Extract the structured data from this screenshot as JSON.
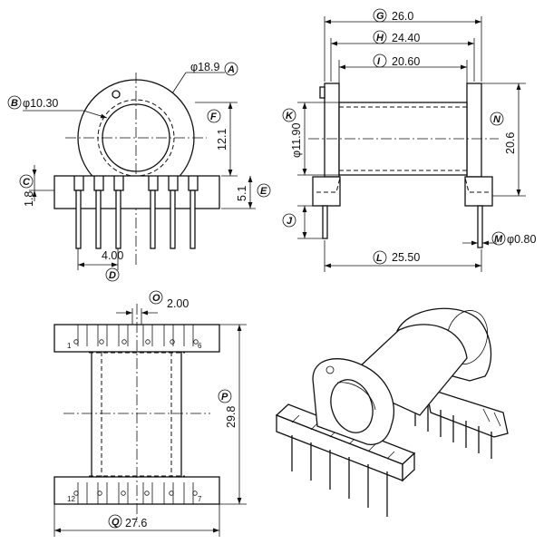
{
  "front_view": {
    "dims": {
      "outer_diameter": "φ18.9",
      "inner_diameter": "φ10.30",
      "total_height": "12.1",
      "base_height": "5.1",
      "flange_thickness": "1.8",
      "pin_pitch": "4.00"
    },
    "tags": {
      "outer_diameter": "A",
      "inner_diameter": "B",
      "flange_thickness": "C",
      "pin_pitch": "D",
      "base_height": "E",
      "total_height": "F"
    }
  },
  "side_view": {
    "dims": {
      "overall_length": "26.0",
      "flange_span": "24.40",
      "winding_width": "20.60",
      "core_diameter": "φ11.90",
      "pin_length": "",
      "base_length": "25.50",
      "pin_diameter": "φ0.80",
      "flange_height": "20.6"
    },
    "tags": {
      "overall_length": "G",
      "flange_span": "H",
      "winding_width": "I",
      "pin_length": "J",
      "core_diameter": "K",
      "base_length": "L",
      "pin_diameter": "M",
      "flange_height": "N"
    }
  },
  "top_view": {
    "dims": {
      "slot_width": "2.00",
      "overall_length": "29.8",
      "overall_width": "27.6"
    },
    "tags": {
      "slot_width": "O",
      "overall_length": "P",
      "overall_width": "Q"
    },
    "pin_labels": {
      "top_left": "1",
      "top_right": "6",
      "bottom_left": "12",
      "bottom_right": "7"
    }
  },
  "iso_view": {}
}
